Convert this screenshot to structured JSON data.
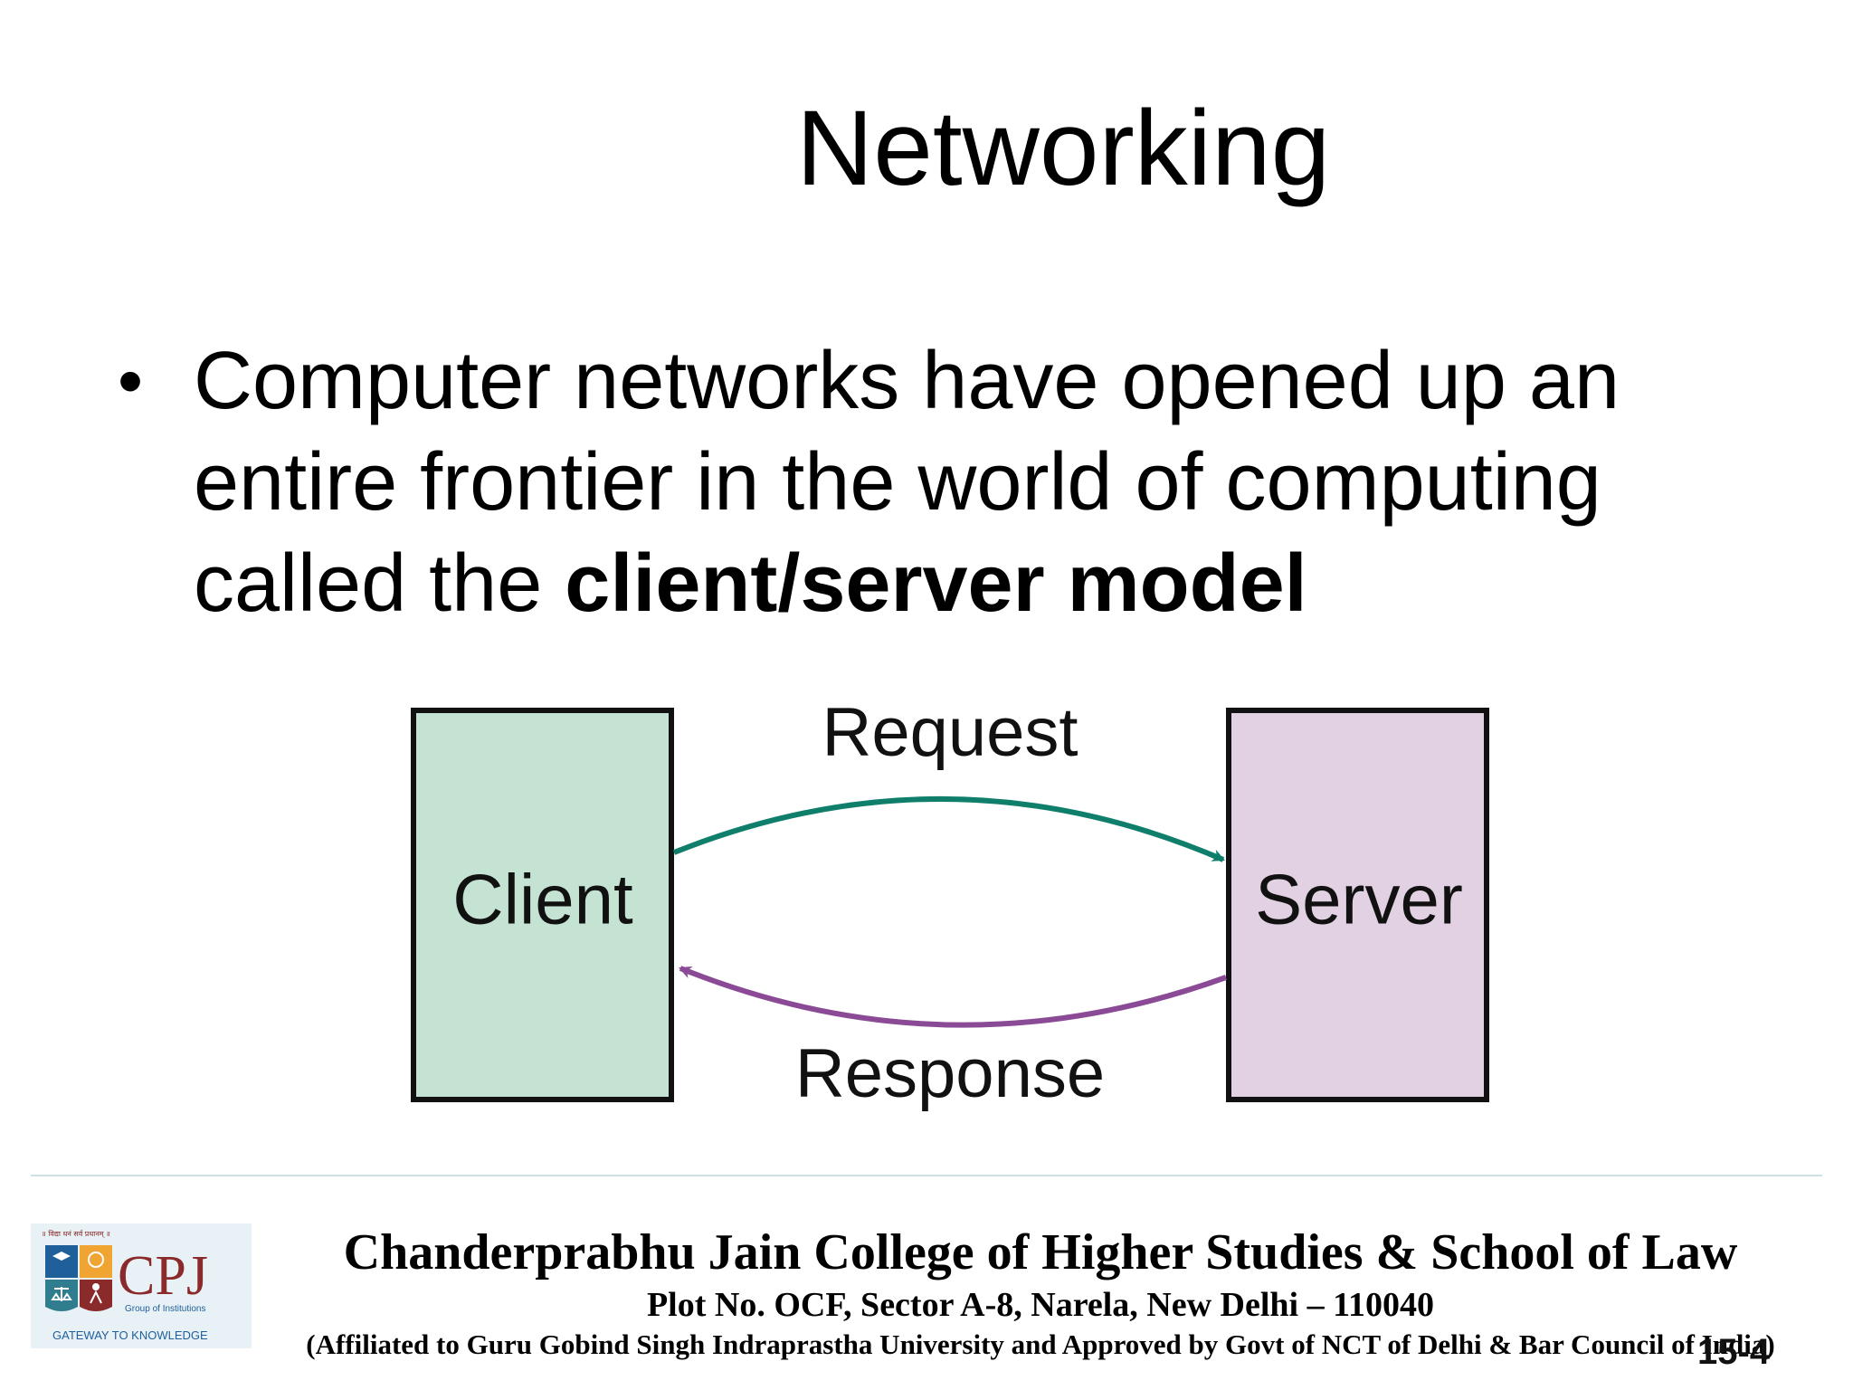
{
  "slide": {
    "title": "Networking",
    "bullet": {
      "text_before": "Computer networks have opened up an entire frontier in the world of computing called the ",
      "text_bold": "client/server model"
    },
    "page_number": "15-4"
  },
  "diagram": {
    "client_label": "Client",
    "server_label": "Server",
    "request_label": "Request",
    "response_label": "Response",
    "colors": {
      "client_fill": "#c5e3d2",
      "server_fill": "#e2d1e3",
      "request_arrow": "#0f7f6b",
      "response_arrow": "#8a4a95",
      "box_stroke": "#111111"
    }
  },
  "footer": {
    "college_name": "Chanderprabhu Jain College of Higher Studies & School of Law",
    "address": "Plot No. OCF, Sector A-8, Narela, New Delhi – 110040",
    "affiliation": "(Affiliated to Guru Gobind Singh Indraprastha University and Approved by Govt of NCT of Delhi & Bar Council of India)",
    "logo": {
      "motto_hindi": "॥ विद्या धनं सर्व प्रधानम् ॥",
      "initials": "CPJ",
      "group_text": "Group of Institutions",
      "tagline": "GATEWAY TO KNOWLEDGE"
    }
  }
}
